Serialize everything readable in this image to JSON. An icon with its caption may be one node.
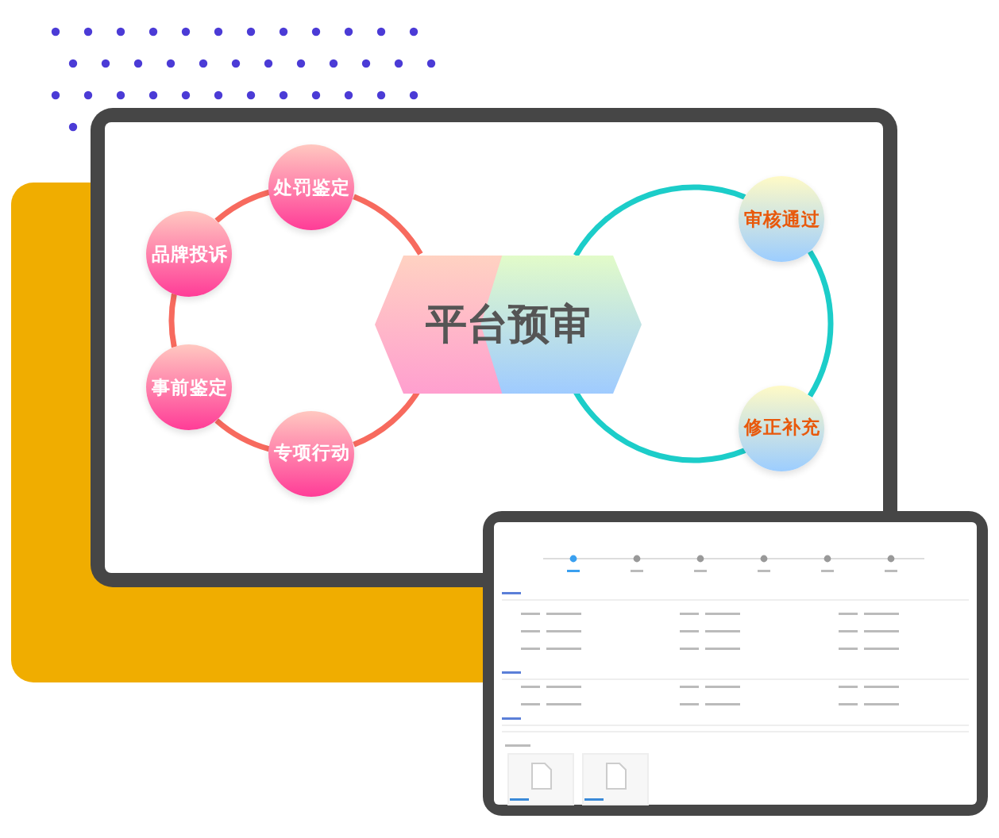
{
  "diagram": {
    "nodes": [
      {
        "text": [
          "处罚鉴定"
        ]
      },
      {
        "text": [
          "品牌投诉"
        ]
      },
      {
        "text": [
          "事前鉴定"
        ]
      },
      {
        "text": [
          "专项行动"
        ]
      },
      {
        "text": [
          "平台预审"
        ]
      },
      {
        "text": [
          "审核通过"
        ]
      },
      {
        "text": [
          "修正补充"
        ]
      }
    ],
    "edges": [
      {
        "from": 0,
        "to": 1,
        "arrow": "none"
      },
      {
        "from": 1,
        "to": 2,
        "arrow": "none"
      },
      {
        "from": 2,
        "to": 3,
        "arrow": "none"
      },
      {
        "from": 3,
        "to": 4,
        "arrow": "none"
      },
      {
        "from": 4,
        "to": 0,
        "arrow": "none"
      },
      {
        "from": 4,
        "to": 5,
        "arrow": "none",
        "color": "#1ccdc9"
      },
      {
        "from": 5,
        "to": 6,
        "arrow": "none",
        "color": "#1ccdc9"
      },
      {
        "from": 6,
        "to": 4,
        "arrow": "none",
        "color": "#1ccdc9"
      }
    ]
  }
}
